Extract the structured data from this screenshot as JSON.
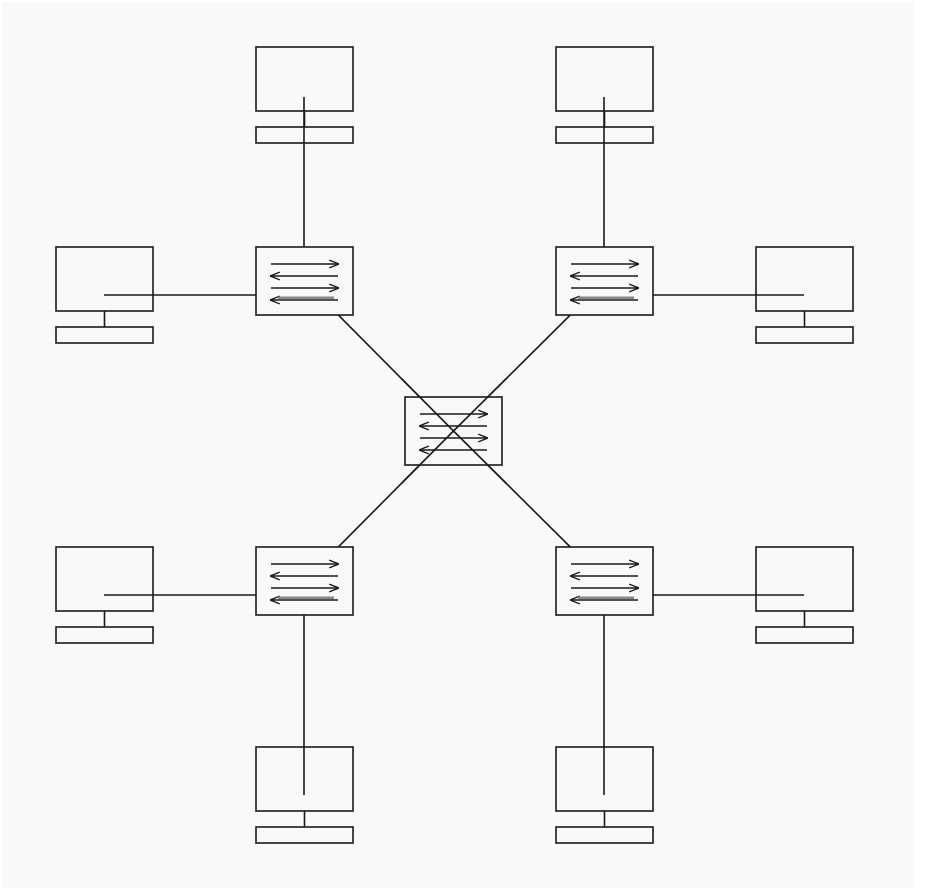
{
  "diagram": {
    "kind": "tree-of-stars network topology",
    "colors": {
      "background": "#ffffff",
      "panel": "#f9f9f9",
      "stroke": "#1a1a1a",
      "link_highlight": "#888888"
    },
    "central_switch": {
      "id": "core-switch",
      "icon": "switch-icon"
    },
    "switches": [
      {
        "id": "switch-top-left",
        "icon": "switch-icon"
      },
      {
        "id": "switch-top-right",
        "icon": "switch-icon"
      },
      {
        "id": "switch-bottom-left",
        "icon": "switch-icon"
      },
      {
        "id": "switch-bottom-right",
        "icon": "switch-icon"
      }
    ],
    "computers": [
      {
        "id": "pc-tl-top",
        "icon": "computer-icon",
        "switch": "switch-top-left"
      },
      {
        "id": "pc-tl-left",
        "icon": "computer-icon",
        "switch": "switch-top-left"
      },
      {
        "id": "pc-tr-top",
        "icon": "computer-icon",
        "switch": "switch-top-right"
      },
      {
        "id": "pc-tr-right",
        "icon": "computer-icon",
        "switch": "switch-top-right"
      },
      {
        "id": "pc-bl-left",
        "icon": "computer-icon",
        "switch": "switch-bottom-left"
      },
      {
        "id": "pc-bl-bottom",
        "icon": "computer-icon",
        "switch": "switch-bottom-left"
      },
      {
        "id": "pc-br-right",
        "icon": "computer-icon",
        "switch": "switch-bottom-right"
      },
      {
        "id": "pc-br-bottom",
        "icon": "computer-icon",
        "switch": "switch-bottom-right"
      }
    ]
  }
}
